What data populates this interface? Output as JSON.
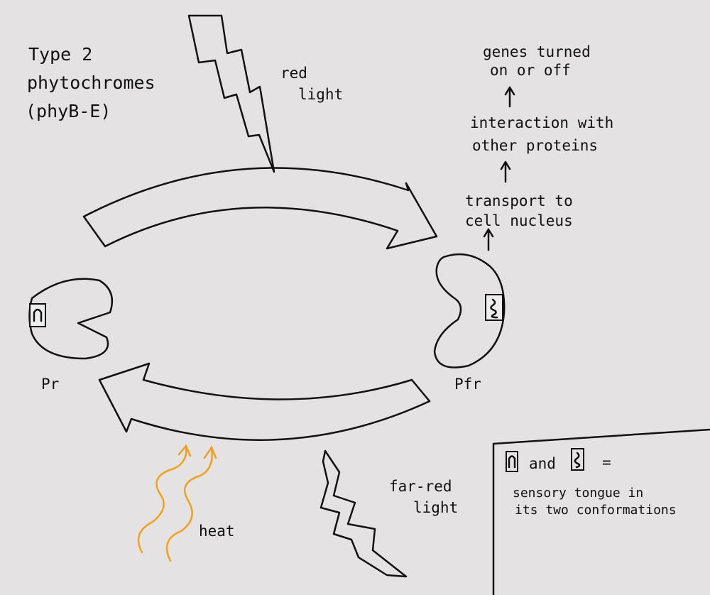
{
  "title": {
    "lines": [
      "Type 2",
      "phytochromes",
      "(phyB-E)"
    ]
  },
  "red_light": {
    "lines": [
      "red",
      "light"
    ],
    "color": "#e5231d"
  },
  "far_red_light": {
    "lines": [
      "far-red",
      "light"
    ],
    "color": "#5b1229"
  },
  "heat": {
    "label": "heat",
    "color": "#f0a11e"
  },
  "pr": {
    "label": "Pr",
    "color": "#17878a"
  },
  "pfr": {
    "label": "Pfr",
    "color": "#1f9a2b"
  },
  "pathway": [
    {
      "lines": [
        "transport to",
        "cell nucleus"
      ]
    },
    {
      "lines": [
        "interaction with",
        "other proteins"
      ]
    },
    {
      "lines": [
        "genes turned",
        "on or off"
      ]
    }
  ],
  "legend": {
    "and": "and",
    "equals": "=",
    "lines": [
      "sensory tongue in",
      "its two conformations"
    ]
  }
}
